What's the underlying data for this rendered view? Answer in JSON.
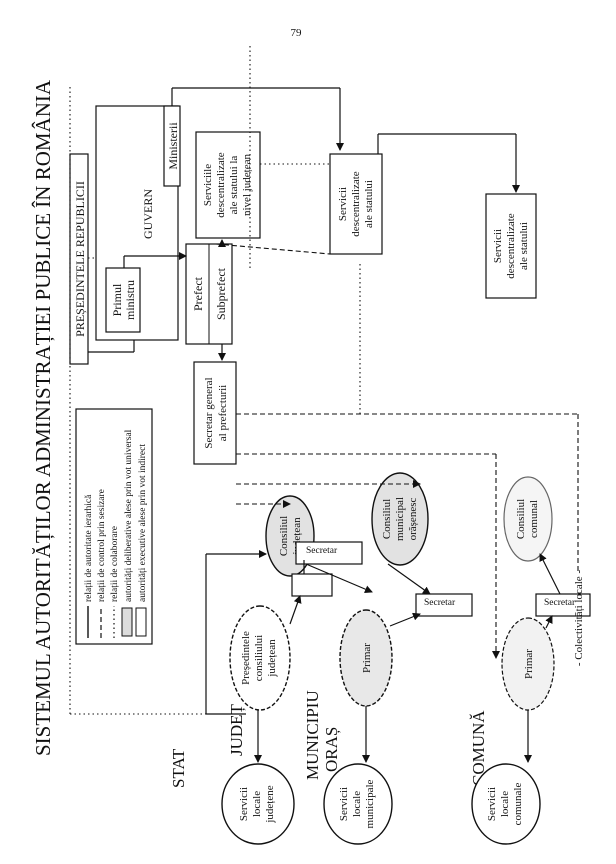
{
  "page_number": "79",
  "title": "SISTEMUL AUTORITĂȚILOR ADMINISTRAȚIEI PUBLICE ÎN ROMÂNIA",
  "labels": {
    "stat": "STAT",
    "judet": "JUDEȚ",
    "municipiu": "MUNICIPIU",
    "oras": "ORAȘ",
    "comuna": "COMUNĂ",
    "colectivitati": "- Colectivități locale -"
  },
  "boxes": {
    "presedinte": "PREȘEDINTELE REPUBLICII",
    "guvern": "GUVERN",
    "prim_ministru_1": "Primul",
    "prim_ministru_2": "ministru",
    "ministerii": "Ministerii",
    "prefect": "Prefect",
    "subprefect": "Subprefect",
    "secretar_prefectura_1": "Secretar general",
    "secretar_prefectura_2": "al prefecturii",
    "servicii_judetean_1": "Serviciile",
    "servicii_judetean_2": "descentralizate",
    "servicii_judetean_3": "ale statului la",
    "servicii_judetean_4": "nivel județean",
    "servicii_right_1": "Servicii",
    "servicii_right_2": "descentralizate",
    "servicii_right_3": "ale statului",
    "servicii_bottom_1": "Servicii",
    "servicii_bottom_2": "descentralizate",
    "servicii_bottom_3": "ale statului",
    "secretar": "Secretar"
  },
  "ellipses": {
    "consiliul_judetean_1": "Consiliul",
    "consiliul_judetean_2": "județean",
    "presedintele_consiliului_1": "Președintele",
    "presedintele_consiliului_2": "consiliului",
    "presedintele_consiliului_3": "județean",
    "primar": "Primar",
    "consiliul_municipal_1": "Consiliul",
    "consiliul_municipal_2": "municipal",
    "consiliul_municipal_3": "orășenesc",
    "consiliul_comunal_1": "Consiliul",
    "consiliul_comunal_2": "comunal"
  },
  "circles": {
    "servicii_judetene_1": "Servicii",
    "servicii_judetene_2": "locale",
    "servicii_judetene_3": "județene",
    "servicii_municipale_1": "Servicii",
    "servicii_municipale_2": "locale",
    "servicii_municipale_3": "municipale",
    "servicii_comunale_1": "Servicii",
    "servicii_comunale_2": "locale",
    "servicii_comunale_3": "comunale"
  },
  "legend": [
    "relații de autoritate ierarhică",
    "relații de control prin sesizare",
    "relații de colaborare",
    "autorități deliberative alese prin vot universal",
    "autorități executive alese prin vot indirect"
  ]
}
